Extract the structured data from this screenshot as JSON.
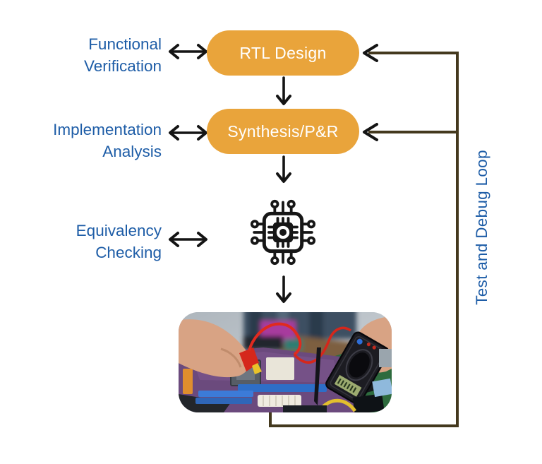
{
  "nodes": {
    "rtl": "RTL Design",
    "synthesis": "Synthesis/P&R"
  },
  "side_labels": [
    {
      "line1": "Functional",
      "line2": "Verification"
    },
    {
      "line1": "Implementation",
      "line2": "Analysis"
    },
    {
      "line1": "Equivalency",
      "line2": "Checking"
    }
  ],
  "loop_label": "Test and Debug Loop",
  "icons": {
    "chip": "chip-icon"
  },
  "photo": {
    "alt": "Hands testing a motherboard with a multimeter"
  },
  "colors": {
    "orange": "#E9A43B",
    "blue": "#1E5DA7",
    "olive": "#44391E",
    "ink": "#141414",
    "node_text": "#FFFFFF",
    "background": "#FFFFFF"
  }
}
